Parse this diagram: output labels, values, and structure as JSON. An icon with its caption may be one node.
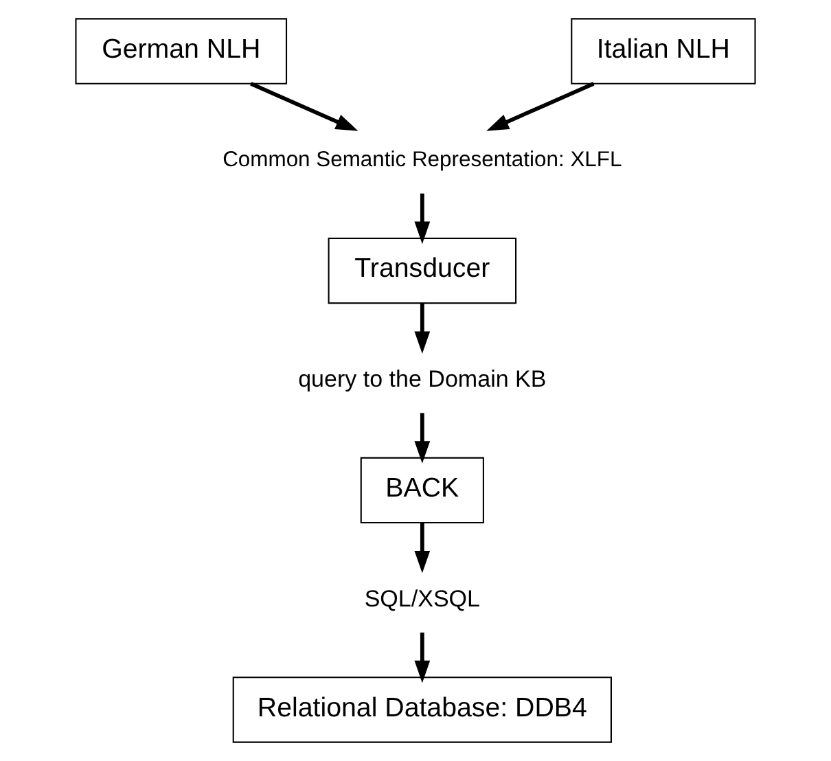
{
  "diagram": {
    "nodes": [
      {
        "text": [
          "German NLH"
        ]
      },
      {
        "text": [
          "Italian NLH"
        ]
      },
      {
        "text": [
          "Common Semantic Representation: XLFL"
        ]
      },
      {
        "text": [
          "Transducer"
        ]
      },
      {
        "text": [
          "query to the Domain KB"
        ]
      },
      {
        "text": [
          "BACK"
        ]
      },
      {
        "text": [
          "SQL/XSQL"
        ]
      },
      {
        "text": [
          "Relational Database: DDB4"
        ]
      }
    ],
    "edges": [
      {
        "from": 0,
        "to": 2,
        "arrow": "to"
      },
      {
        "from": 1,
        "to": 2,
        "arrow": "to"
      },
      {
        "from": 2,
        "to": 3,
        "arrow": "to"
      },
      {
        "from": 3,
        "to": 4,
        "arrow": "to"
      },
      {
        "from": 4,
        "to": 5,
        "arrow": "to"
      },
      {
        "from": 5,
        "to": 6,
        "arrow": "to"
      },
      {
        "from": 6,
        "to": 7,
        "arrow": "to"
      }
    ]
  }
}
